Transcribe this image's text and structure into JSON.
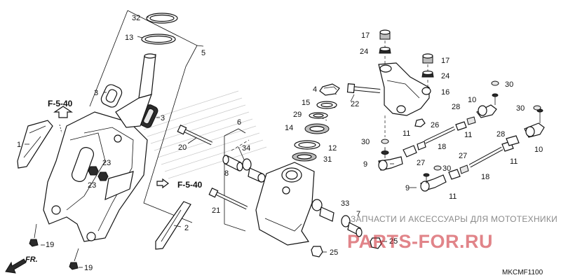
{
  "parts": [
    {
      "id": "p32",
      "label": "32"
    },
    {
      "id": "p13",
      "label": "13"
    },
    {
      "id": "p5",
      "label": "5"
    },
    {
      "id": "p3a",
      "label": "3"
    },
    {
      "id": "p3b",
      "label": "3"
    },
    {
      "id": "p1",
      "label": "1"
    },
    {
      "id": "p20",
      "label": "20"
    },
    {
      "id": "p23a",
      "label": "23"
    },
    {
      "id": "p23b",
      "label": "23"
    },
    {
      "id": "p2",
      "label": "2"
    },
    {
      "id": "p19a",
      "label": "19"
    },
    {
      "id": "p19b",
      "label": "19"
    },
    {
      "id": "p6",
      "label": "6"
    },
    {
      "id": "p34",
      "label": "34"
    },
    {
      "id": "p8",
      "label": "8"
    },
    {
      "id": "p21",
      "label": "21"
    },
    {
      "id": "p33",
      "label": "33"
    },
    {
      "id": "p7",
      "label": "7"
    },
    {
      "id": "p25a",
      "label": "25"
    },
    {
      "id": "p25b",
      "label": "25"
    },
    {
      "id": "p4",
      "label": "4"
    },
    {
      "id": "p15",
      "label": "15"
    },
    {
      "id": "p29",
      "label": "29"
    },
    {
      "id": "p14",
      "label": "14"
    },
    {
      "id": "p12",
      "label": "12"
    },
    {
      "id": "p31",
      "label": "31"
    },
    {
      "id": "p22",
      "label": "22"
    },
    {
      "id": "p17a",
      "label": "17"
    },
    {
      "id": "p24a",
      "label": "24"
    },
    {
      "id": "p17b",
      "label": "17"
    },
    {
      "id": "p24b",
      "label": "24"
    },
    {
      "id": "p16",
      "label": "16"
    },
    {
      "id": "p30a",
      "label": "30"
    },
    {
      "id": "p10a",
      "label": "10"
    },
    {
      "id": "p30b",
      "label": "30"
    },
    {
      "id": "p28a",
      "label": "28"
    },
    {
      "id": "p26",
      "label": "26"
    },
    {
      "id": "p11a",
      "label": "11"
    },
    {
      "id": "p11b",
      "label": "11"
    },
    {
      "id": "p30c",
      "label": "30"
    },
    {
      "id": "p9a",
      "label": "9"
    },
    {
      "id": "p18a",
      "label": "18"
    },
    {
      "id": "p27a",
      "label": "27"
    },
    {
      "id": "p28b",
      "label": "28"
    },
    {
      "id": "p10b",
      "label": "10"
    },
    {
      "id": "p11c",
      "label": "11"
    },
    {
      "id": "p27b",
      "label": "27"
    },
    {
      "id": "p30d",
      "label": "30"
    },
    {
      "id": "p9b",
      "label": "9"
    },
    {
      "id": "p18b",
      "label": "18"
    },
    {
      "id": "p11d",
      "label": "11"
    }
  ],
  "references": {
    "top": "F-5-40",
    "side": "F-5-40"
  },
  "direction": "FR.",
  "diagram_code": "MKCMF1100",
  "watermark": {
    "line1": "ЗАПЧАСТИ И АКСЕССУАРЫ ДЛЯ МОТОТЕХНИКИ",
    "line2": "PARTS-FOR.RU"
  }
}
